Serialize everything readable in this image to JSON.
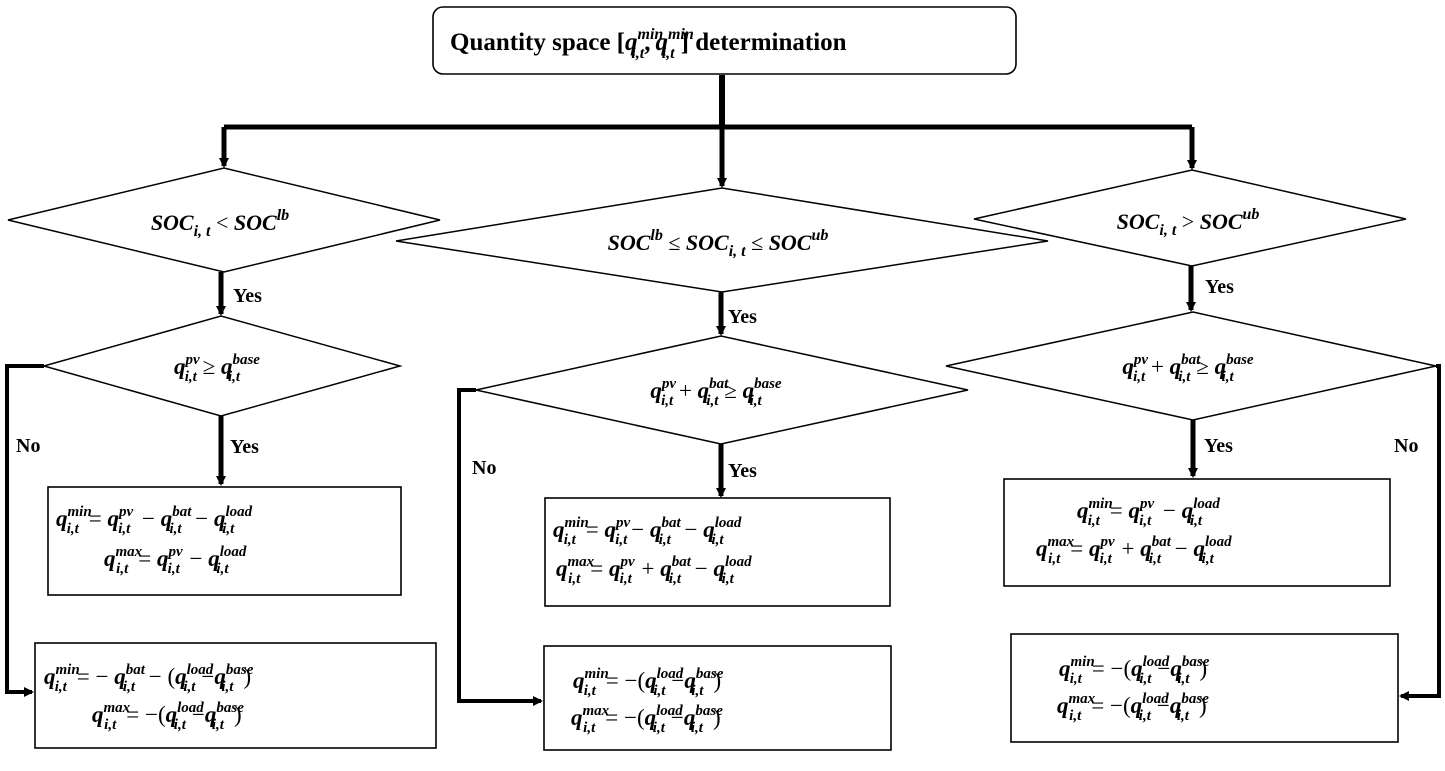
{
  "title": {
    "prefix": "Quantity space [",
    "q1": "q",
    "q1_sup": "min",
    "q1_sub": "i,t",
    "sep": ",",
    "q2": "q",
    "q2_sup": "min",
    "q2_sub": "i,t",
    "suffix": "] determination"
  },
  "conditions": {
    "left": "SOC_{i,t} < SOC^{lb}",
    "middle": "SOC^{lb} ≤ SOC_{i,t} ≤ SOC^{ub}",
    "right": "SOC_{i,t} > SOC^{ub}"
  },
  "sub_conditions": {
    "left": "q^{pv}_{i,t} ≥ q^{base}_{i,t}",
    "middle": "q^{pv}_{i,t} + q^{bat}_{i,t} ≥ q^{base}_{i,t}",
    "right": "q^{pv}_{i,t} + q^{bat}_{i,t} ≥ q^{base}_{i,t}"
  },
  "labels": {
    "yes": "Yes",
    "no": "No"
  },
  "results": {
    "left_yes": {
      "min": "q^{min}_{i,t} = q^{pv}_{i,t} − q^{bat}_{i,t} − q^{load}_{i,t}",
      "max": "q^{max}_{i,t} = q^{pv}_{i,t} − q^{load}_{i,t}"
    },
    "left_no": {
      "min": "q^{min}_{i,t} = − q^{bat}_{i,t} − (q^{load}_{i,t} − q^{base}_{i,t})",
      "max": "q^{max}_{i,t} = −(q^{load}_{i,t} − q^{base}_{i,t})"
    },
    "middle_yes": {
      "min": "q^{min}_{i,t} = q^{pv}_{i,t} − q^{bat}_{i,t} − q^{load}_{i,t}",
      "max": "q^{max}_{i,t} = q^{pv}_{i,t} + q^{bat}_{i,t} − q^{load}_{i,t}"
    },
    "middle_no": {
      "min": "q^{min}_{i,t} = −(q^{load}_{i,t} − q^{base}_{i,t})",
      "max": "q^{max}_{i,t} = −(q^{load}_{i,t} − q^{base}_{i,t})"
    },
    "right_yes": {
      "min": "q^{min}_{i,t} = q^{pv}_{i,t} − q^{load}_{i,t}",
      "max": "q^{max}_{i,t} = q^{pv}_{i,t} + q^{bat}_{i,t} − q^{load}_{i,t}"
    },
    "right_no": {
      "min": "q^{min}_{i,t} = −(q^{load}_{i,t} − q^{base}_{i,t})",
      "max": "q^{max}_{i,t} = −(q^{load}_{i,t} − q^{base}_{i,t})"
    }
  }
}
